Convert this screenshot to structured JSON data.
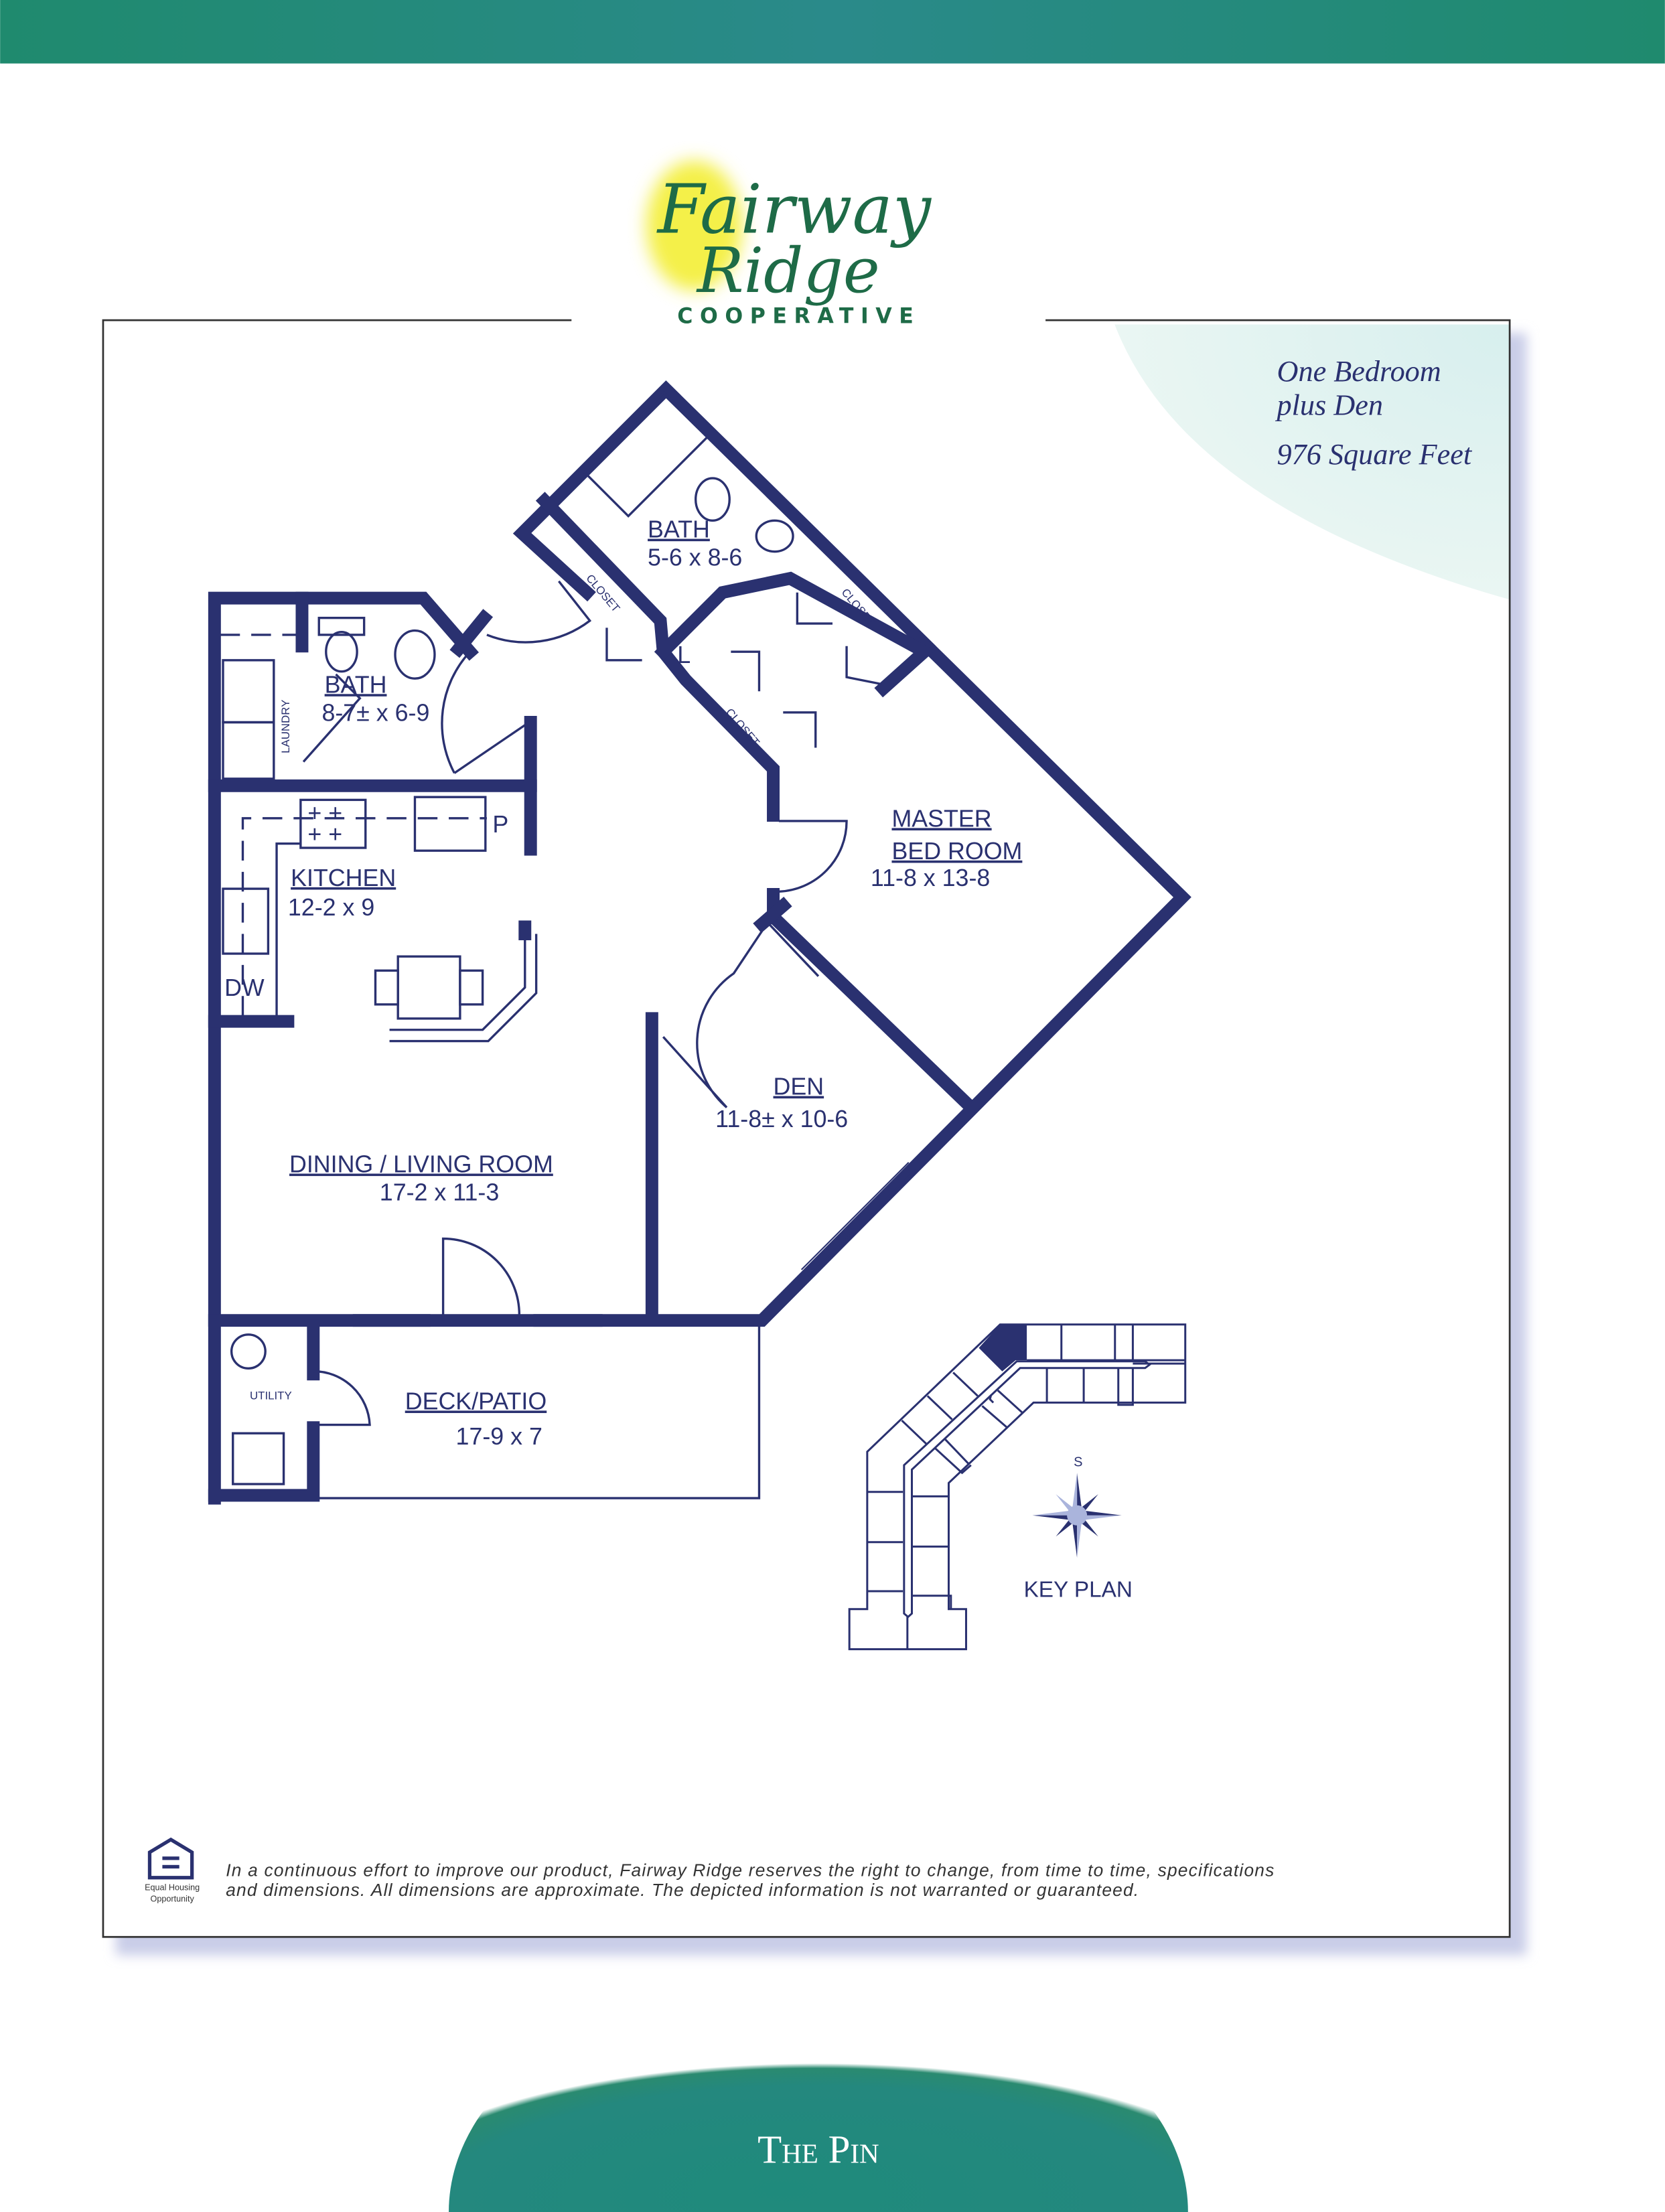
{
  "brand": {
    "logo_line1": "Fairway",
    "logo_line2": "Ridge",
    "logo_line3": "COOPERATIVE",
    "green": "#1e6b47",
    "yellow": "#f4f04a"
  },
  "unit": {
    "type_line1": "One Bedroom",
    "type_line2": "plus Den",
    "area": "976 Square Feet",
    "name": "The Pin"
  },
  "rooms": {
    "master_bath": {
      "label": "BATH",
      "dims": "5-6 x 8-6"
    },
    "bath": {
      "label": "BATH",
      "dims": "8-7± x 6-9"
    },
    "laundry": {
      "label": "LAUNDRY"
    },
    "closet_label": "CLOSET",
    "linen": "L",
    "pantry": "P",
    "dishwasher": "DW",
    "kitchen": {
      "label": "KITCHEN",
      "dims": "12-2 x 9"
    },
    "master_bedroom": {
      "label_line1": "MASTER",
      "label_line2": "BED ROOM",
      "dims": "11-8 x 13-8"
    },
    "den": {
      "label": "DEN",
      "dims": "11-8± x 10-6"
    },
    "dining_living": {
      "label": "DINING / LIVING ROOM",
      "dims": "17-2 x 11-3"
    },
    "utility": {
      "label": "UTILITY"
    },
    "deck": {
      "label": "DECK/PATIO",
      "dims": "17-9 x 7"
    }
  },
  "key_plan": {
    "title": "KEY PLAN",
    "compass_label": "S"
  },
  "footer": {
    "eho_line1": "Equal Housing",
    "eho_line2": "Opportunity",
    "disclaimer_line1": "In a continuous effort to improve our product, Fairway Ridge reserves the right to change, from time to time, specifications",
    "disclaimer_line2": "and dimensions. All dimensions are approximate. The depicted information is not warranted or guaranteed."
  },
  "colors": {
    "wall": "#2a3170",
    "teal": "#1f8a7a",
    "compass_light": "#aab4dc"
  }
}
